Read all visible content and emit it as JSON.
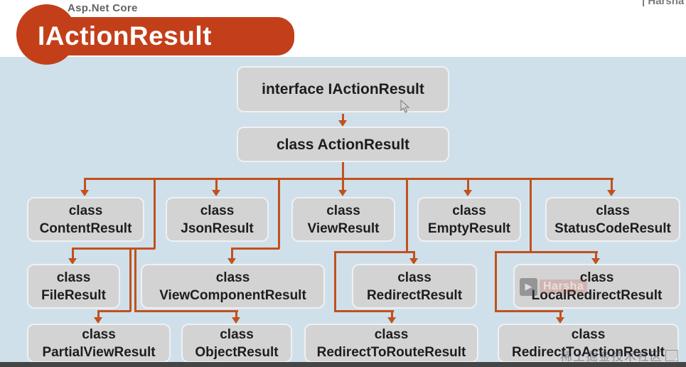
{
  "header": {
    "app_subtitle": "Asp.Net Core",
    "page_title": "IActionResult",
    "author_watermark": "| Harsha"
  },
  "diagram": {
    "keyword": "class",
    "root": "interface IActionResult",
    "base": "class ActionResult",
    "level1": [
      "ContentResult",
      "JsonResult",
      "ViewResult",
      "EmptyResult",
      "StatusCodeResult"
    ],
    "level2": [
      "FileResult",
      "ViewComponentResult",
      "RedirectResult",
      "LocalRedirectResult"
    ],
    "level3": [
      "PartialViewResult",
      "ObjectResult",
      "RedirectToRouteResult",
      "RedirectToActionResult"
    ]
  },
  "watermarks": {
    "video_author": "Harsha",
    "video_logo_glyph": "▶",
    "community": "稀土掘金技术社区"
  },
  "colors": {
    "accent": "#c2511d",
    "badge": "#c33f1a",
    "canvas": "#cfe0ea",
    "node_fill": "#d3d3d3",
    "node_text": "#1d1d1d"
  }
}
